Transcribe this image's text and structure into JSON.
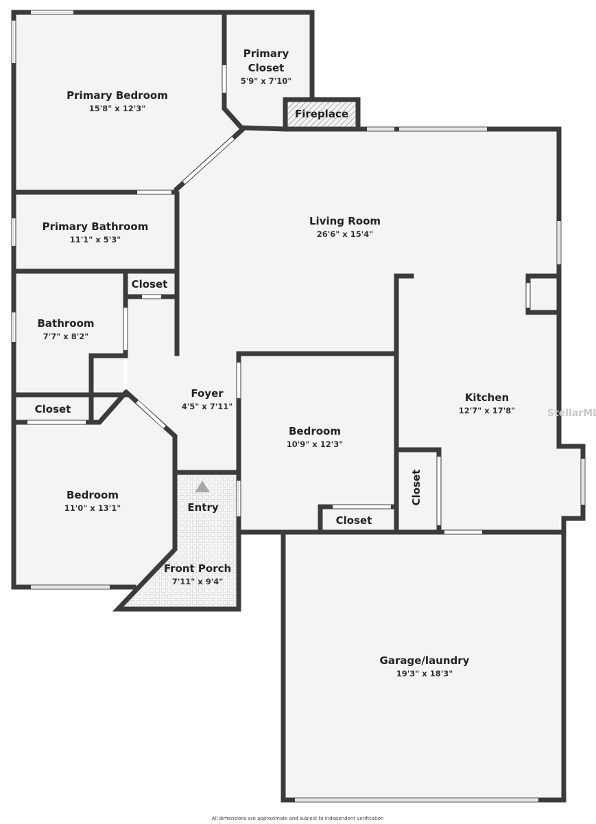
{
  "rooms": {
    "primary_bedroom": {
      "name": "Primary Bedroom",
      "dim": "15'8\" x 12'3\""
    },
    "primary_closet": {
      "name1": "Primary",
      "name2": "Closet",
      "dim": "5'9\" x 7'10\""
    },
    "fireplace": {
      "name": "Fireplace"
    },
    "living_room": {
      "name": "Living Room",
      "dim": "26'6\" x 15'4\""
    },
    "primary_bathroom": {
      "name": "Primary Bathroom",
      "dim": "11'1\" x 5'3\""
    },
    "closet_hall": {
      "name": "Closet"
    },
    "bathroom": {
      "name": "Bathroom",
      "dim": "7'7\" x 8'2\""
    },
    "closet_left": {
      "name": "Closet"
    },
    "foyer": {
      "name": "Foyer",
      "dim": "4'5\" x 7'11\""
    },
    "bedroom_left": {
      "name": "Bedroom",
      "dim": "11'0\" x 13'1\""
    },
    "entry": {
      "name": "Entry"
    },
    "front_porch": {
      "name": "Front Porch",
      "dim": "7'11\" x 9'4\""
    },
    "bedroom_mid": {
      "name": "Bedroom",
      "dim": "10'9\" x 12'3\""
    },
    "closet_bedroom": {
      "name": "Closet"
    },
    "kitchen": {
      "name": "Kitchen",
      "dim": "12'7\" x 17'8\""
    },
    "closet_kitchen": {
      "name": "Closet"
    },
    "garage": {
      "name": "Garage/laundry",
      "dim": "19'3\" x 18'3\""
    }
  },
  "watermark": "StellarMLS",
  "footer": "All dimensions are approximate and subject to independent verification",
  "colors": {
    "wall": "#3b3b3b",
    "floor": "#f4f4f4"
  }
}
